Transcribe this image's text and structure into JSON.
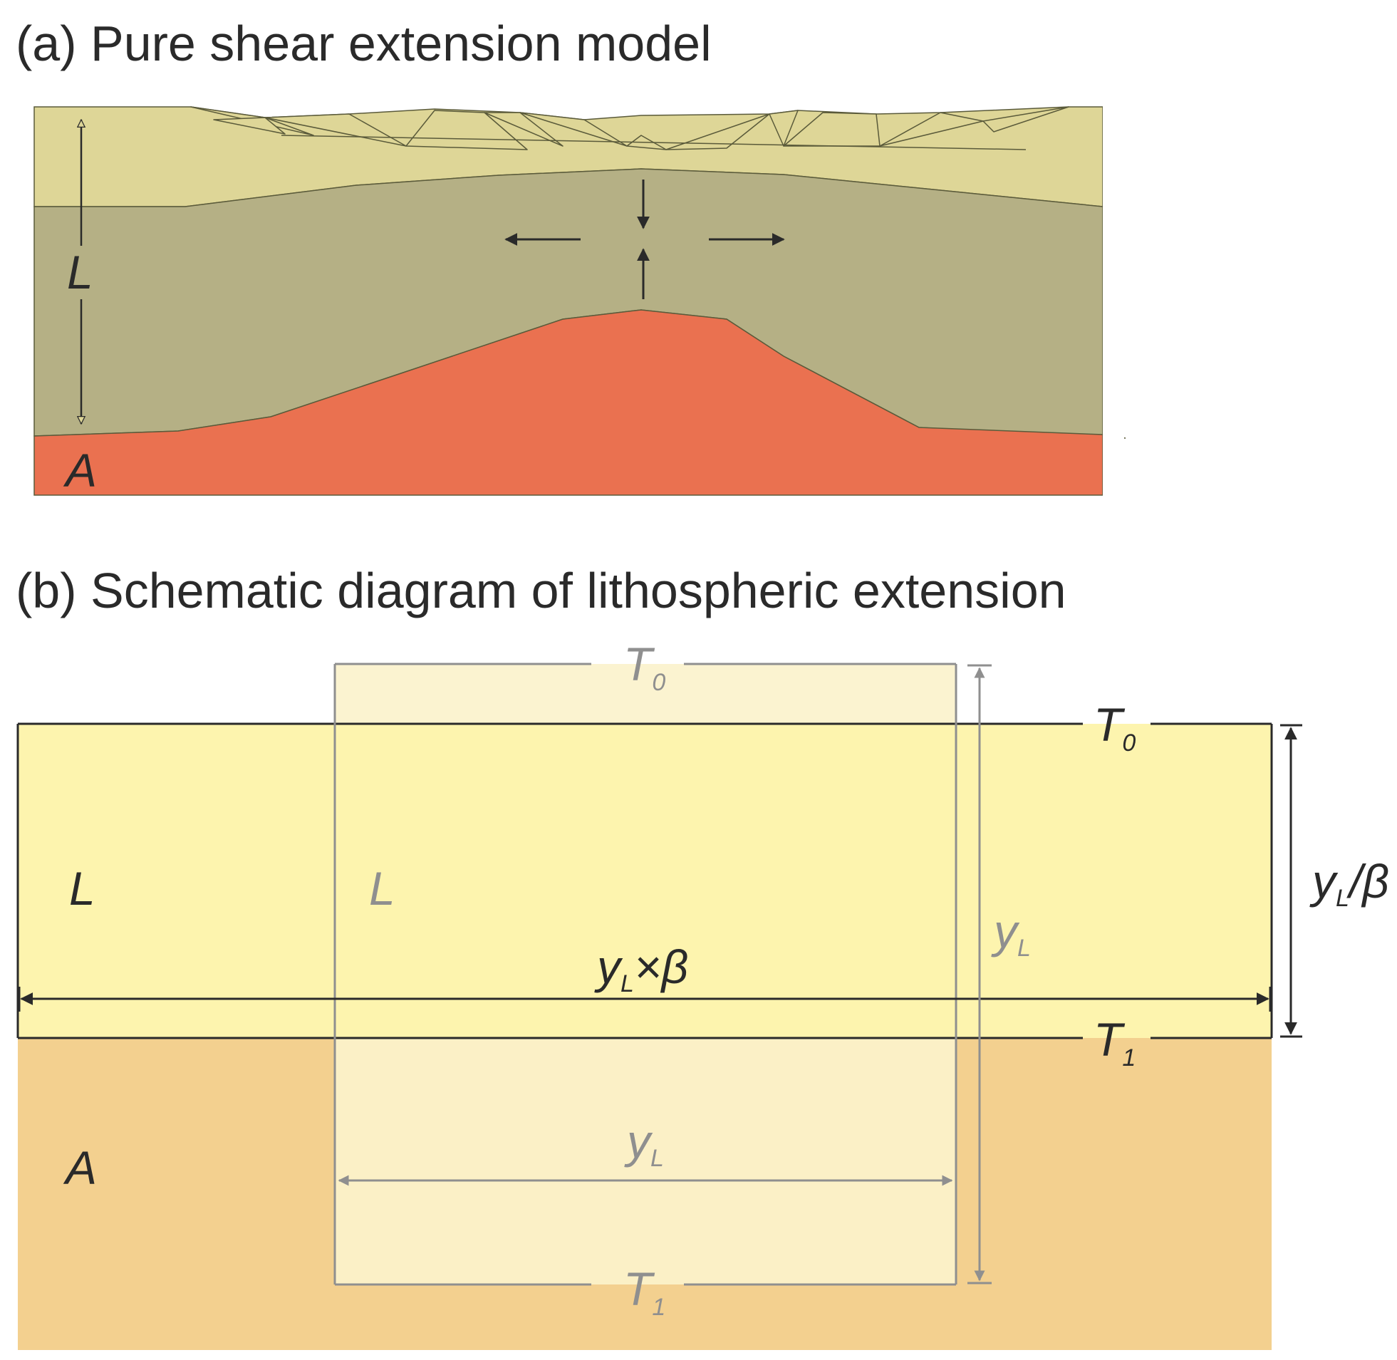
{
  "panel_a": {
    "title": "(a) Pure shear extension model",
    "label_lithosphere": "L",
    "label_asthenosphere": "A"
  },
  "panel_b": {
    "title": "(b) Schematic diagram of lithospheric extension",
    "original": {
      "label_lithosphere": "L",
      "top_temp": {
        "symbol": "T",
        "sub": "0"
      },
      "bottom_temp": {
        "symbol": "T",
        "sub": "1"
      },
      "height": {
        "symbol": "y",
        "sub": "L"
      },
      "width": {
        "symbol": "y",
        "sub": "L"
      }
    },
    "stretched": {
      "label_lithosphere": "L",
      "label_asthenosphere": "A",
      "top_temp": {
        "symbol": "T",
        "sub": "0"
      },
      "bottom_temp": {
        "symbol": "T",
        "sub": "1"
      },
      "width": {
        "symbol": "y",
        "sub": "L",
        "suffix": "×β"
      },
      "height": {
        "symbol": "y",
        "sub": "L",
        "suffix": "/β"
      }
    }
  },
  "colors": {
    "crust_a": "#ded697",
    "mantle_lith_a": "#b5b085",
    "asthenosphere_a": "#ea7150",
    "lith_b": "#fdf4ae",
    "asthen_b": "#f3d08f",
    "original_lith_b": "#fbf0c6",
    "dark_line": "#2a2a2a",
    "grey_line": "#8f8f8f"
  }
}
